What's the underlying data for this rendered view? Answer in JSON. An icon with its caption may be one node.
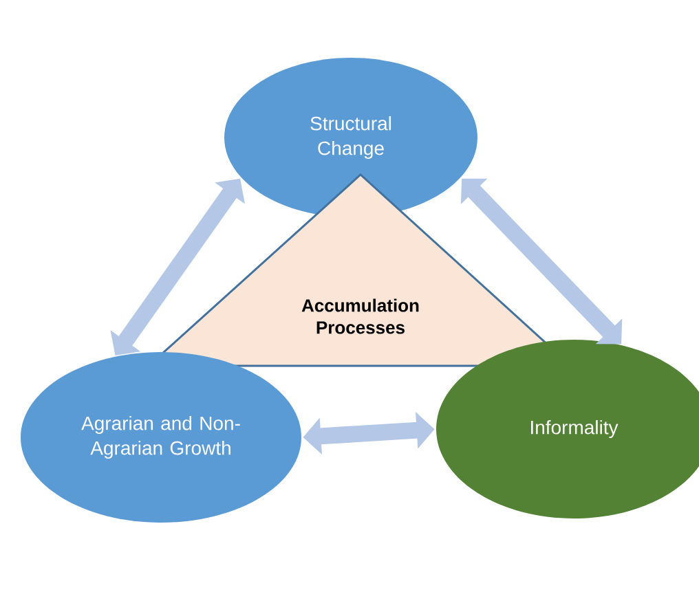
{
  "diagram": {
    "nodes": [
      {
        "text": [
          "Structural Change"
        ]
      },
      {
        "text": [
          "Accumulation Processes"
        ]
      },
      {
        "text": [
          "Agrarian and Non-Agrarian Growth"
        ]
      },
      {
        "text": [
          "Informality"
        ]
      }
    ],
    "edges": [
      {
        "from": 2,
        "to": 0,
        "arrow": "both"
      },
      {
        "from": 0,
        "to": 3,
        "arrow": "both"
      },
      {
        "from": 2,
        "to": 3,
        "arrow": "both"
      }
    ]
  }
}
